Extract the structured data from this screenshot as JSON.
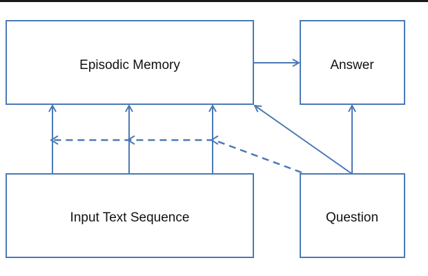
{
  "colors": {
    "stroke": "#4a78b5",
    "text": "#111111",
    "background": "#ffffff"
  },
  "nodes": {
    "episodic_memory": "Episodic Memory",
    "answer": "Answer",
    "input_text_sequence": "Input Text Sequence",
    "question": "Question"
  },
  "edges": [
    {
      "from": "input_text_sequence",
      "to": "episodic_memory",
      "style": "solid",
      "count": 3
    },
    {
      "from": "question",
      "to": "episodic_memory",
      "style": "solid"
    },
    {
      "from": "question",
      "to": "answer",
      "style": "solid"
    },
    {
      "from": "episodic_memory",
      "to": "answer",
      "style": "solid"
    },
    {
      "from": "question",
      "to": "input_text_sequence",
      "style": "dashed"
    }
  ]
}
